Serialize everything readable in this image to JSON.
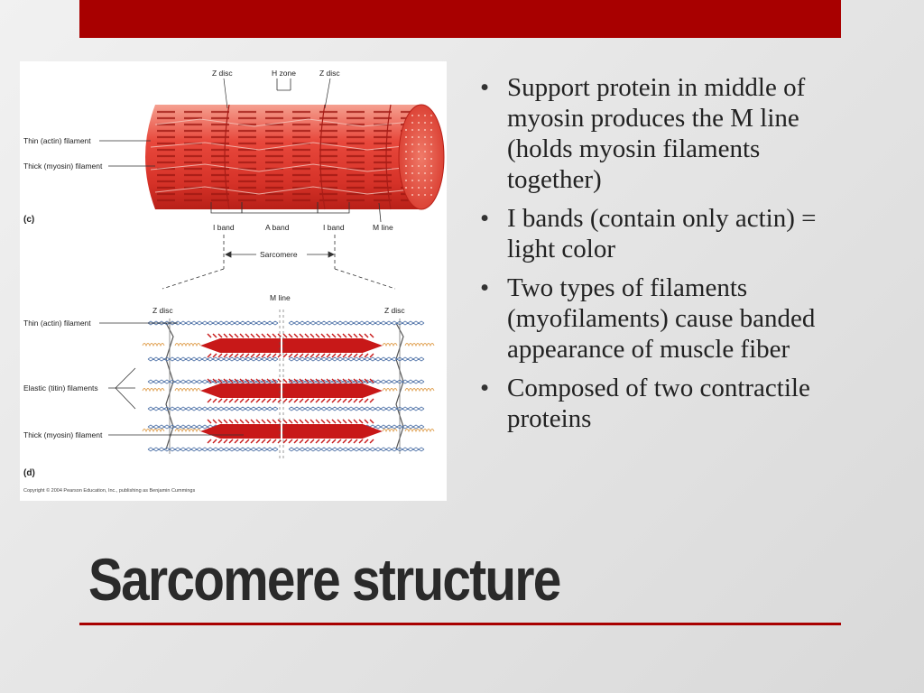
{
  "slide": {
    "title": "Sarcomere structure",
    "accent_color": "#a80000",
    "bullets": [
      "Support protein in middle of myosin produces the M line (holds myosin filaments together)",
      "I bands (contain only actin) = light color",
      "Two types of filaments (myofilaments) cause banded appearance of muscle fiber",
      "Composed of two contractile proteins"
    ]
  },
  "figure": {
    "panel_c": {
      "letter": "(c)",
      "z_disc_left": "Z disc",
      "h_zone": "H zone",
      "z_disc_right": "Z disc",
      "thin_filament": "Thin (actin) filament",
      "thick_filament": "Thick (myosin) filament",
      "i_band_left": "I band",
      "a_band": "A band",
      "i_band_right": "I band",
      "m_line": "M line",
      "sarcomere": "Sarcomere"
    },
    "panel_d": {
      "letter": "(d)",
      "m_line": "M line",
      "z_disc_left": "Z disc",
      "z_disc_right": "Z disc",
      "thin_filament": "Thin (actin) filament",
      "elastic_filaments": "Elastic (titin) filaments",
      "thick_filament": "Thick (myosin) filament"
    },
    "copyright": "Copyright © 2004 Pearson Education, Inc., publishing as Benjamin Cummings",
    "colors": {
      "myofibril_red": "#e8483c",
      "myosin_red": "#c81818",
      "actin_blue": "#5577aa",
      "titin_orange": "#e0a050"
    }
  }
}
